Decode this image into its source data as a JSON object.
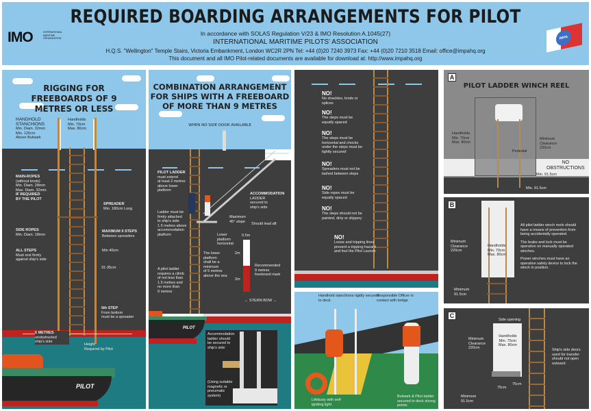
{
  "header": {
    "title": "REQUIRED BOARDING ARRANGEMENTS FOR PILOT",
    "subtitle": "In accordance with SOLAS Regulation V/23 & IMO Resolution A.1045(27)",
    "association": "INTERNATIONAL MARITIME PILOTS' ASSOCIATION",
    "address": "H.Q.S. \"Wellington\" Temple Stairs, Victoria Embankment, London WC2R 2PN  Tel: +44 (0)20 7240 3973  Fax: +44 (0)20 7210 3518  Email: office@impahq.org",
    "download": "This document and all IMO Pilot-related documents are available for download at: http://www.impahq.org",
    "imo_logo": {
      "text": "IMO",
      "sub": "INTERNATIONAL MARITIME ORGANIZATION"
    },
    "impa_logo": {
      "text": "IMPA"
    }
  },
  "colors": {
    "sky": "#8ec7e9",
    "hull": "#3e3e3e",
    "sea": "#1f7b82",
    "red": "#c0221d",
    "rope": "#b98a4b"
  },
  "panel1": {
    "title": "RIGGING FOR FREEBOARDS OF 9 METRES OR LESS",
    "stanchions": [
      "HANDHOLD STANCHIONS",
      "Min. Diam. 32mm",
      "Min. 120cm",
      "Above Bulwark"
    ],
    "handholds": [
      "Handholds",
      "Min. 70cm",
      "Max. 80cm"
    ],
    "main_ropes": [
      "MAIN-ROPES",
      "(without knots)",
      "Min. Diam. 28mm",
      "Max. Diam. 32mm",
      "IF REQUIRED",
      "BY THE PILOT"
    ],
    "spreader": [
      "SPREADER",
      "Min. 180cm Long"
    ],
    "side_ropes": [
      "SIDE ROPES",
      "Min. Diam. 18mm"
    ],
    "max_steps": [
      "MAXIMUM 9 STEPS",
      "Between spreaders"
    ],
    "all_steps": [
      "ALL STEPS",
      "Must rest firmly",
      "against ship's side"
    ],
    "min_width": "Min 40cm",
    "spacing": "31-35cm",
    "fifth_step": [
      "5th STEP",
      "From bottom",
      "must be a spreader"
    ],
    "six_metres": [
      "6 METRES",
      "unobstructed",
      "ship's side"
    ],
    "height": [
      "Height",
      "Required by Pilot"
    ],
    "boat": "PILOT"
  },
  "panel2": {
    "title": "COMBINATION ARRANGEMENT FOR SHIPS WITH A FREEBOARD OF MORE THAN 9 METRES",
    "subtitle": "WHEN NO SIDE DOOR AVAILABLE",
    "pilot_ladder": [
      "PILOT LADDER",
      "must extend",
      "at least 2 metres",
      "above lower",
      "platform"
    ],
    "attached": [
      "Ladder must be",
      "firmly attached",
      "to ship's side",
      "1.5 metres above",
      "accommodation",
      "platform"
    ],
    "accommodation": [
      "ACCOMMODATION",
      "LADDER",
      "secured to",
      "ship's side"
    ],
    "slope": [
      "Maximum",
      "45° slope"
    ],
    "lead_aft": "Should lead aft",
    "lower_platform": [
      "Lower",
      "platform",
      "horizontal"
    ],
    "platform_height": [
      "The lower",
      "platform",
      "shall be a",
      "minimum",
      "of 5 metres",
      "above the sea"
    ],
    "climb": [
      "A pilot ladder",
      "requires a climb",
      "of not less than",
      "1.5 metres and",
      "no more than",
      "9 metres"
    ],
    "mark_width": "0.5m",
    "mark_top": "2m",
    "mark_bottom": "2m",
    "mark_label": [
      "Recommended",
      "9 metres",
      "freeboard mark"
    ],
    "stern_bow": "← STERN  BOW →",
    "boat": "PILOT",
    "inset": [
      "Accommodation",
      "ladder should",
      "be secured to",
      "ship's side"
    ],
    "inset_note": [
      "(Using suitable",
      "magnetic or",
      "pneumatic",
      "system)"
    ]
  },
  "panel3": {
    "warnings": [
      {
        "head": "NO!",
        "text": "No shackles, knots or splices"
      },
      {
        "head": "NO!",
        "text": "The steps must be equally spaced"
      },
      {
        "head": "NO!",
        "text": "The steps must be horizontal and chocks under the steps must be tightly secured"
      },
      {
        "head": "NO!",
        "text": "Spreaders must not be lashed between steps"
      },
      {
        "head": "NO!",
        "text": "Side ropes must be equally spaced"
      },
      {
        "head": "NO!",
        "text": "The steps should not be painted, dirty or slippery"
      },
      {
        "head": "NO!",
        "text": "Loose and tripping lines present a tripping hazard and foul the Pilot Launch"
      }
    ]
  },
  "panel4": {
    "stanchions": "Handhold stanchions rigidly secured to deck",
    "officer": "Responsible Officer in contact with bridge",
    "lifebuoy": "Lifebuoy with self-igniting light",
    "bulwark": "Bulwark & Pilot ladder secured to deck strong points"
  },
  "panelA": {
    "badge": "A",
    "title": "PILOT LADDER WINCH REEL",
    "handholds": [
      "Handholds",
      "Min. 70cm",
      "Max. 80cm"
    ],
    "clearance": [
      "Minimum",
      "Clearance",
      "220cm"
    ],
    "pedestal": "Pedestal",
    "obstructions": [
      "NO",
      "OBSTRUCTIONS"
    ],
    "min1": "Min. 91.5cm",
    "min2": "Min. 91.5cm"
  },
  "panelB": {
    "badge": "B",
    "clearance": [
      "Minimum",
      "Clearance",
      "220cm"
    ],
    "handholds": [
      "Handholds",
      "Min. 70cm",
      "Max. 80cm"
    ],
    "minimum": [
      "Minimum",
      "91.5cm"
    ],
    "notes": [
      "All pilot ladder winch reels should have a means of prevention from being accidentally operated.",
      "The brake and lock must be operative on manually operated winches.",
      "Power winches must have an operative safety device to lock the winch in position."
    ]
  },
  "panelC": {
    "badge": "C",
    "side_opening": "Side opening",
    "clearance": [
      "Minimum",
      "Clearance",
      "220cm"
    ],
    "handholds": [
      "Handholds",
      "Min. 75cm",
      "Max. 80cm"
    ],
    "depth": "75cm",
    "width": "75cm",
    "minimum": [
      "Minimum",
      "91.5cm"
    ],
    "doors": "Ship's side doors used for transfer should not open outward"
  }
}
